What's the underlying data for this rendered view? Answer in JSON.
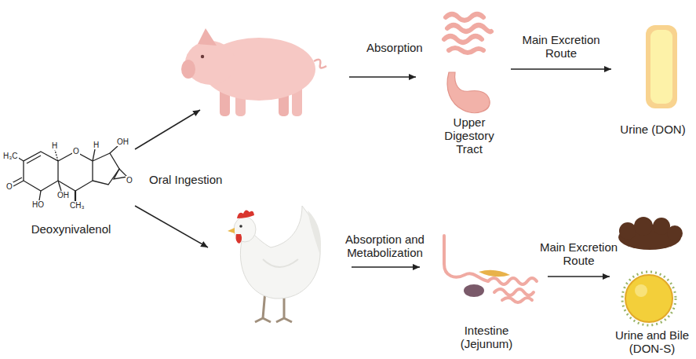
{
  "diagram": {
    "nodes": [
      {
        "text": [
          "Deoxynivalenol"
        ]
      },
      {
        "text": [
          "Upper Digestory Tract"
        ]
      },
      {
        "text": [
          "Urine (DON)"
        ]
      },
      {
        "text": [
          "Intestine (Jejunum)"
        ]
      },
      {
        "text": [
          "Urine and Bile (DON-S)"
        ]
      }
    ],
    "edges": [
      {
        "from": 1,
        "to": 2,
        "label": "Main Excretion Route",
        "arrow": "to"
      },
      {
        "from": 3,
        "to": 4,
        "label": "Main Excretion Route",
        "arrow": "to"
      }
    ],
    "labels": [
      "Oral Ingestion",
      "Absorption",
      "Absorption and Metabolization",
      "H₃C",
      "O",
      "HO",
      "OH",
      "CH₃",
      "H",
      "O",
      "H",
      "OH",
      "O"
    ]
  }
}
